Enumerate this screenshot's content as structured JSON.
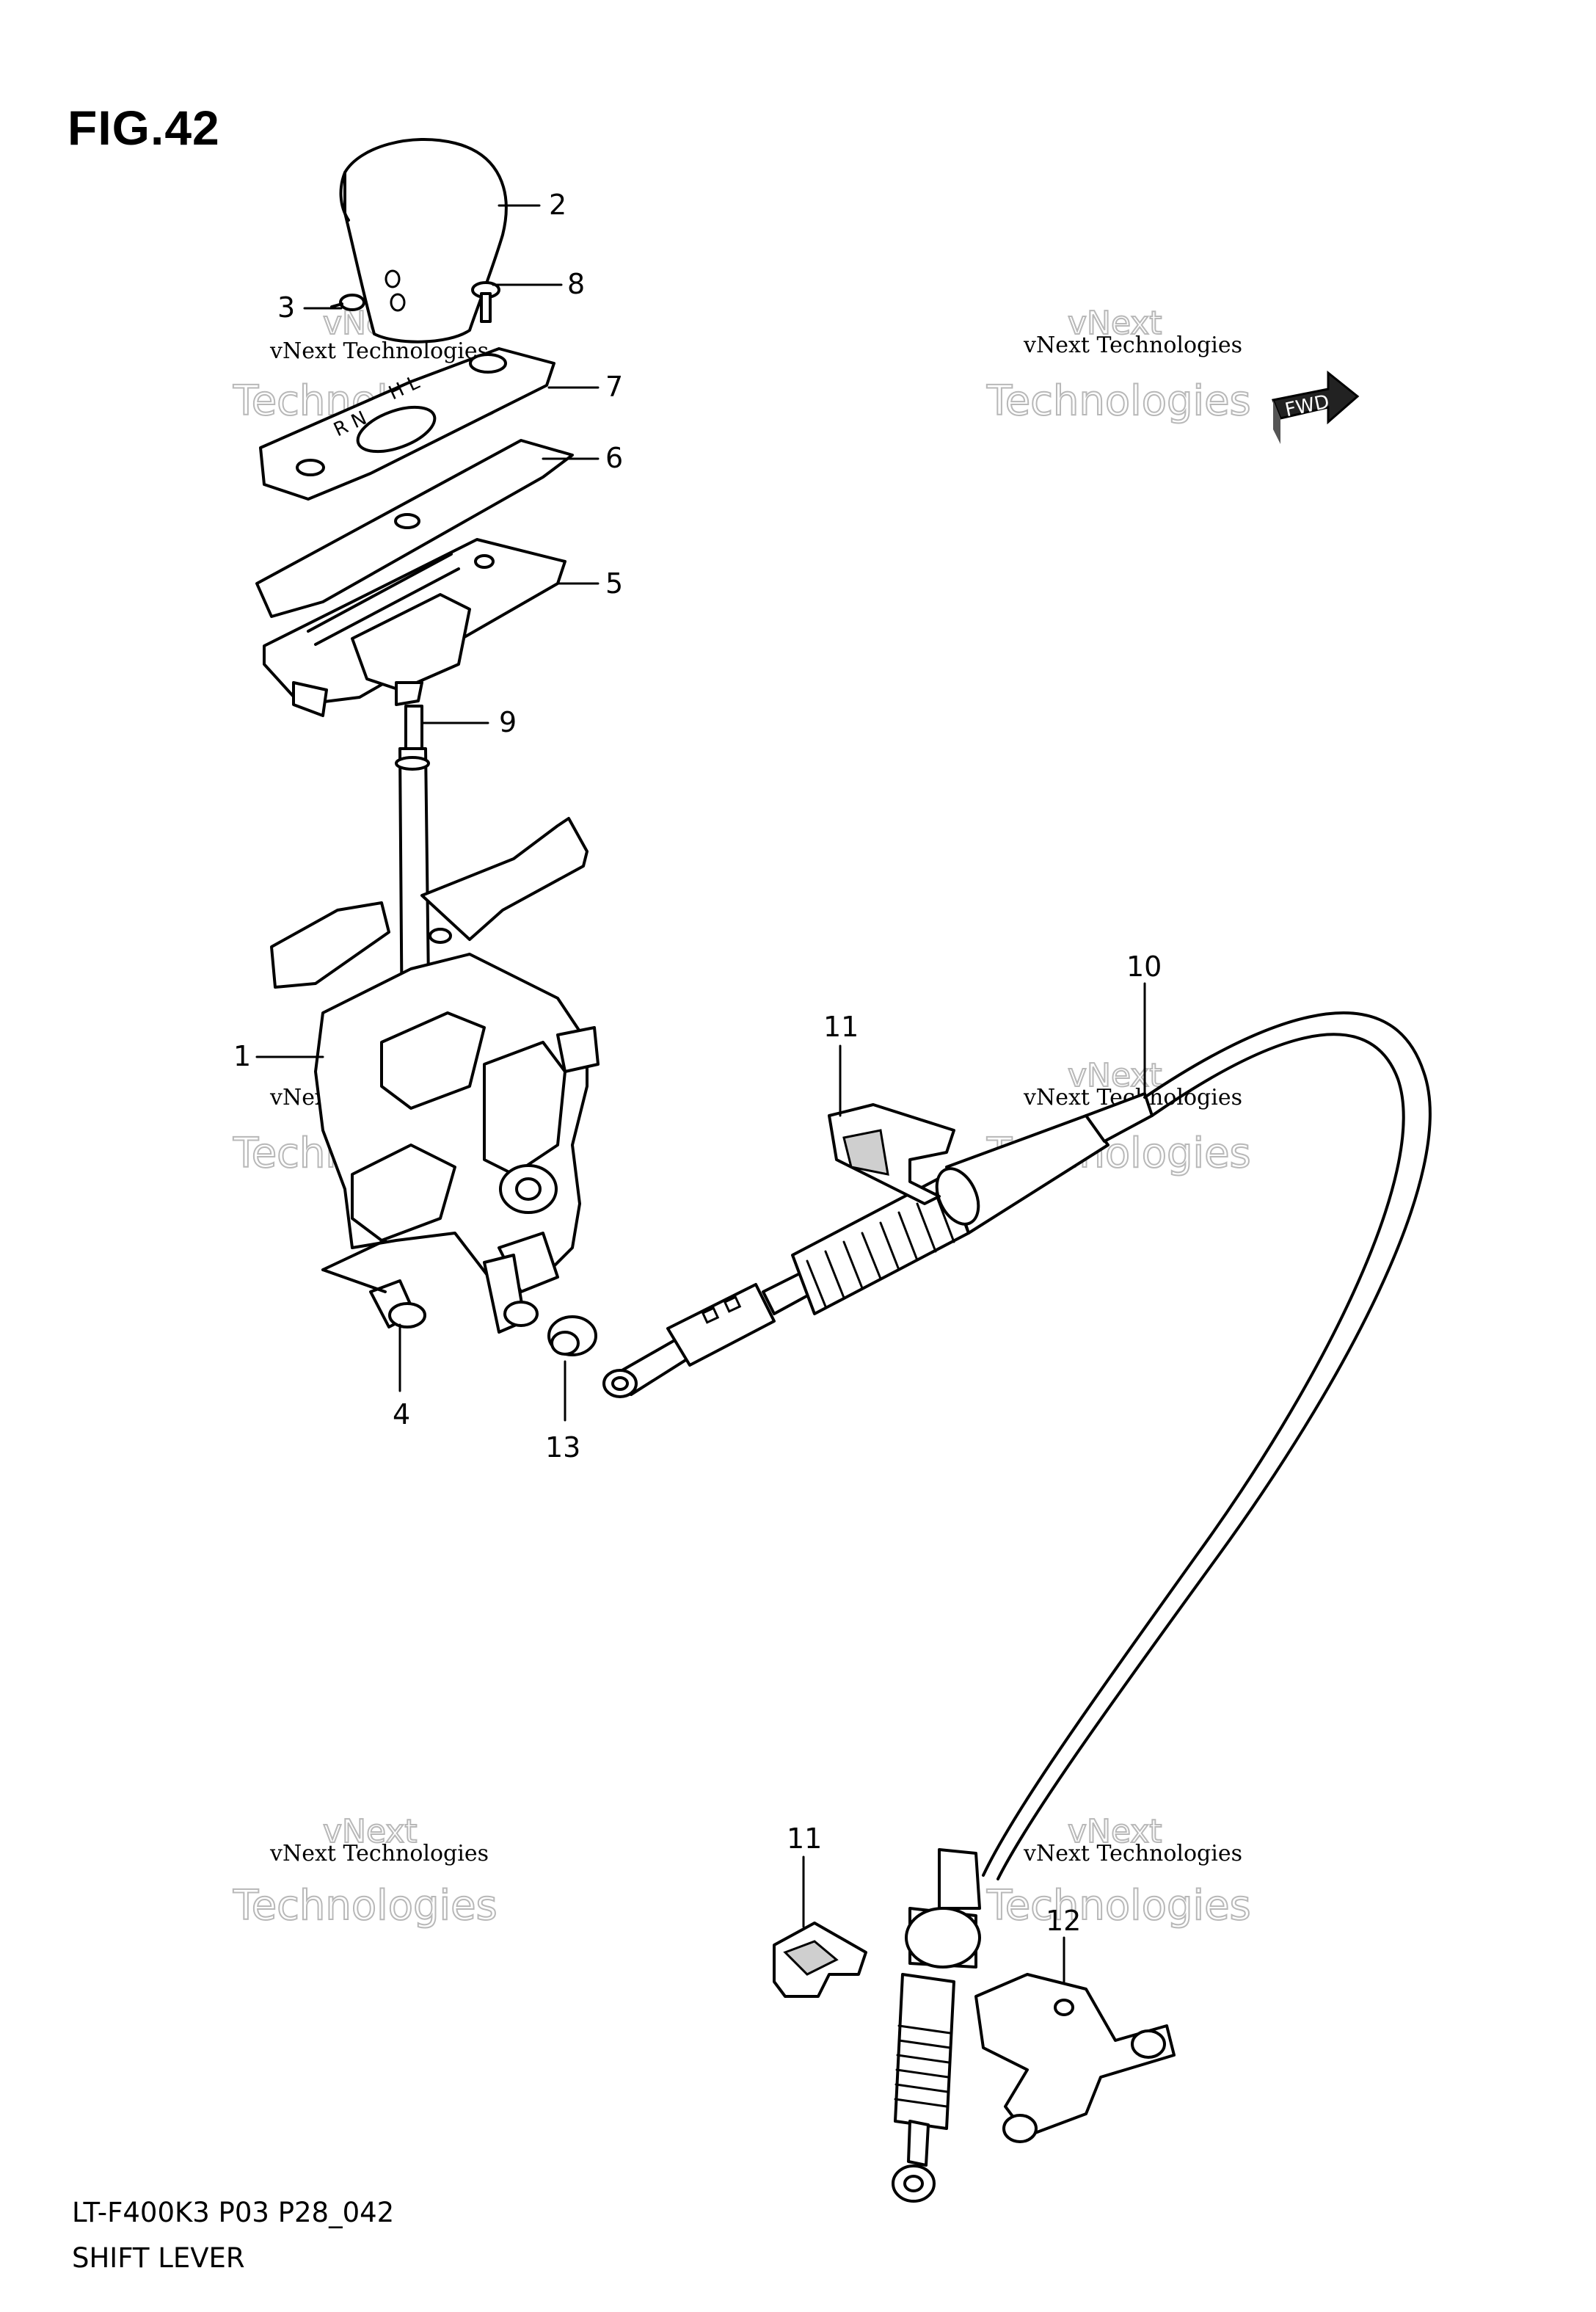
{
  "figure": {
    "title": "FIG.42",
    "model_code": "LT-F400K3 P03 P28_042",
    "name": "SHIFT LEVER"
  },
  "fwd_label": "FWD",
  "callouts": [
    {
      "id": "1",
      "label": "1"
    },
    {
      "id": "2",
      "label": "2"
    },
    {
      "id": "3",
      "label": "3"
    },
    {
      "id": "4",
      "label": "4"
    },
    {
      "id": "5",
      "label": "5"
    },
    {
      "id": "6",
      "label": "6"
    },
    {
      "id": "7",
      "label": "7"
    },
    {
      "id": "8",
      "label": "8"
    },
    {
      "id": "9",
      "label": "9"
    },
    {
      "id": "10",
      "label": "10"
    },
    {
      "id": "11a",
      "label": "11"
    },
    {
      "id": "11b",
      "label": "11"
    },
    {
      "id": "12",
      "label": "12"
    },
    {
      "id": "13",
      "label": "13"
    }
  ],
  "watermark": {
    "line1": "vNext Technologies",
    "line2": "Technologies",
    "line3": "vNext"
  }
}
